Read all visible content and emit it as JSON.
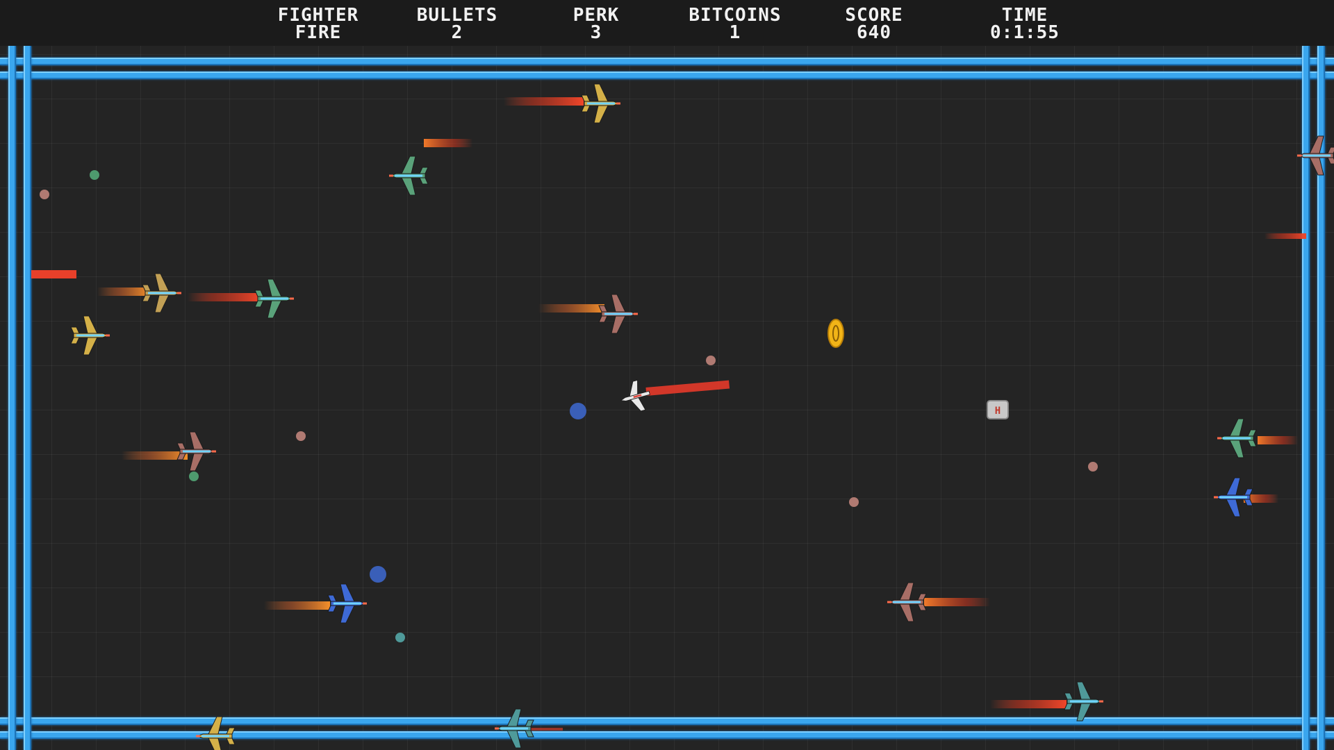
{
  "hud": {
    "fighter": {
      "label": "FIGHTER",
      "value": "FIRE"
    },
    "bullets": {
      "label": "BULLETS",
      "value": "2"
    },
    "perk": {
      "label": "PERK",
      "value": "3"
    },
    "bitcoins": {
      "label": "BITCOINS",
      "value": "1"
    },
    "score": {
      "label": "SCORE",
      "value": "640"
    },
    "time": {
      "label": "TIME",
      "value": "0:1:55"
    }
  },
  "colors": {
    "wall": "#3aa6ee",
    "background": "#242424",
    "hud_background": "#1b1b1b",
    "hud_text": "#f2f2f2",
    "trail": "#f04a2a",
    "coin": "#f2b417"
  },
  "items": {
    "coin_icon": "bitcoin-coin",
    "medkit_icon": "health-crate",
    "medkit_label": "H"
  },
  "sprites": {
    "player": {
      "color": "#e8e8e8",
      "accent": "#e0443a",
      "icon": "player-white-fighter"
    },
    "enemies": [
      {
        "color": "#d4b048",
        "icon": "yellow-fighter"
      },
      {
        "color": "#5aa27a",
        "icon": "green-fighter"
      },
      {
        "color": "#a86e66",
        "icon": "rose-fighter"
      },
      {
        "color": "#d4b048",
        "icon": "yellow-fighter"
      },
      {
        "color": "#c2a055",
        "icon": "tan-fighter"
      },
      {
        "color": "#5aa27a",
        "icon": "green-fighter"
      },
      {
        "color": "#a86e66",
        "icon": "rose-fighter"
      },
      {
        "color": "#a86e66",
        "icon": "rose-fighter"
      },
      {
        "color": "#3e6ad6",
        "icon": "blue-fighter"
      },
      {
        "color": "#5aa27a",
        "icon": "green-fighter"
      },
      {
        "color": "#3e6ad6",
        "icon": "blue-fighter"
      },
      {
        "color": "#a86e66",
        "icon": "rose-fighter"
      },
      {
        "color": "#4f9a9a",
        "icon": "teal-fighter"
      },
      {
        "color": "#4f9a9a",
        "icon": "teal-fighter"
      },
      {
        "color": "#d4b048",
        "icon": "yellow-fighter"
      }
    ],
    "orbs": [
      {
        "color": "#4e9a6e"
      },
      {
        "color": "#b07a72"
      },
      {
        "color": "#b07a72"
      },
      {
        "color": "#b07a72"
      },
      {
        "color": "#4e9a6e"
      },
      {
        "color": "#3a5fb8"
      },
      {
        "color": "#3a5fb8"
      },
      {
        "color": "#4f9a9a"
      },
      {
        "color": "#b07a72"
      },
      {
        "color": "#b07a72"
      }
    ]
  }
}
